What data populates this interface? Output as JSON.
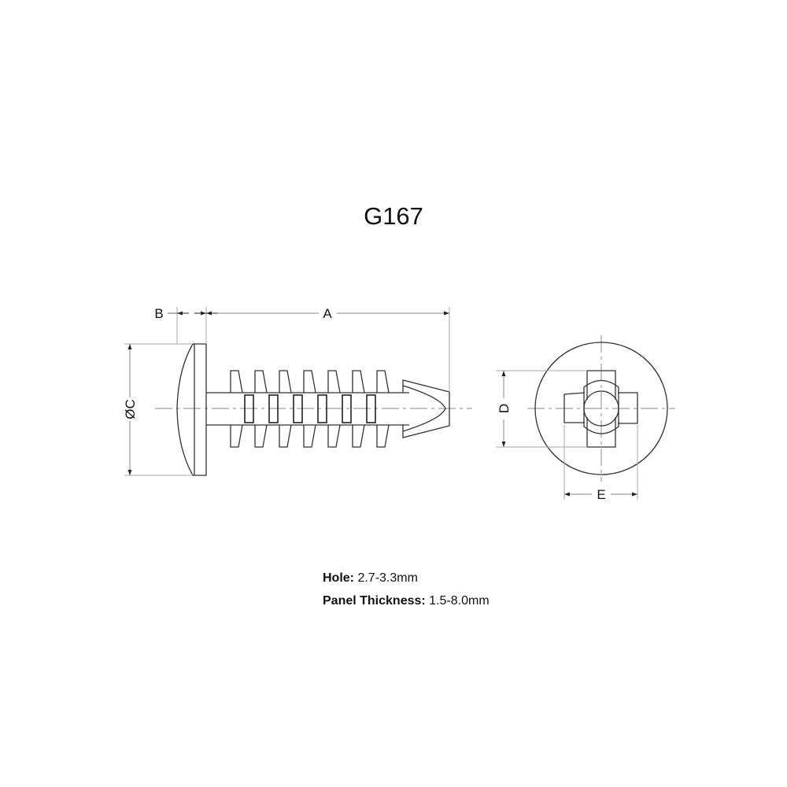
{
  "title": "G167",
  "dimensions": {
    "a": "A",
    "b": "B",
    "c": "ØC",
    "d": "D",
    "e": "E"
  },
  "specs": [
    {
      "label": "Hole:",
      "value": "2.7-3.3mm"
    },
    {
      "label": "Panel Thickness:",
      "value": "1.5-8.0mm"
    }
  ],
  "colors": {
    "line": "#333333",
    "thin": "#9a9a9a",
    "background": "#ffffff"
  }
}
